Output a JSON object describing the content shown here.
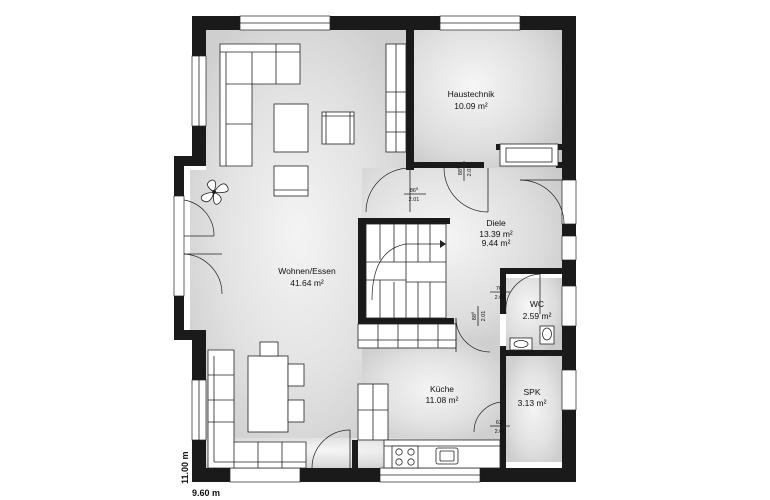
{
  "rooms": {
    "wohnen": {
      "name": "Wohnen/Essen",
      "area": "41.64 m²"
    },
    "haustechnik": {
      "name": "Haustechnik",
      "area": "10.09 m²"
    },
    "diele": {
      "name": "Diele",
      "area1": "13.39 m²",
      "area2": "9.44 m²"
    },
    "wc": {
      "name": "WC",
      "area": "2.59 m²"
    },
    "kueche": {
      "name": "Küche",
      "area": "11.08 m²"
    },
    "spk": {
      "name": "SPK",
      "area": "3.13 m²"
    }
  },
  "doors": {
    "d1": {
      "width": "86",
      "exp": "5",
      "height": "2.01"
    },
    "d2": {
      "width": "88",
      "exp": "5",
      "height": "2.01"
    },
    "d3": {
      "width": "76",
      "exp": "5",
      "height": "2.01"
    },
    "d4": {
      "width": "88",
      "exp": "5",
      "height": "2.01"
    },
    "d5": {
      "width": "63",
      "exp": "5",
      "height": "2.01"
    }
  },
  "dimensions": {
    "height": "11.00 m",
    "width": "9.60 m"
  },
  "colors": {
    "wall": "#1a1a1a",
    "background": "#ffffff",
    "floor_shade": "#d9d9d9"
  }
}
